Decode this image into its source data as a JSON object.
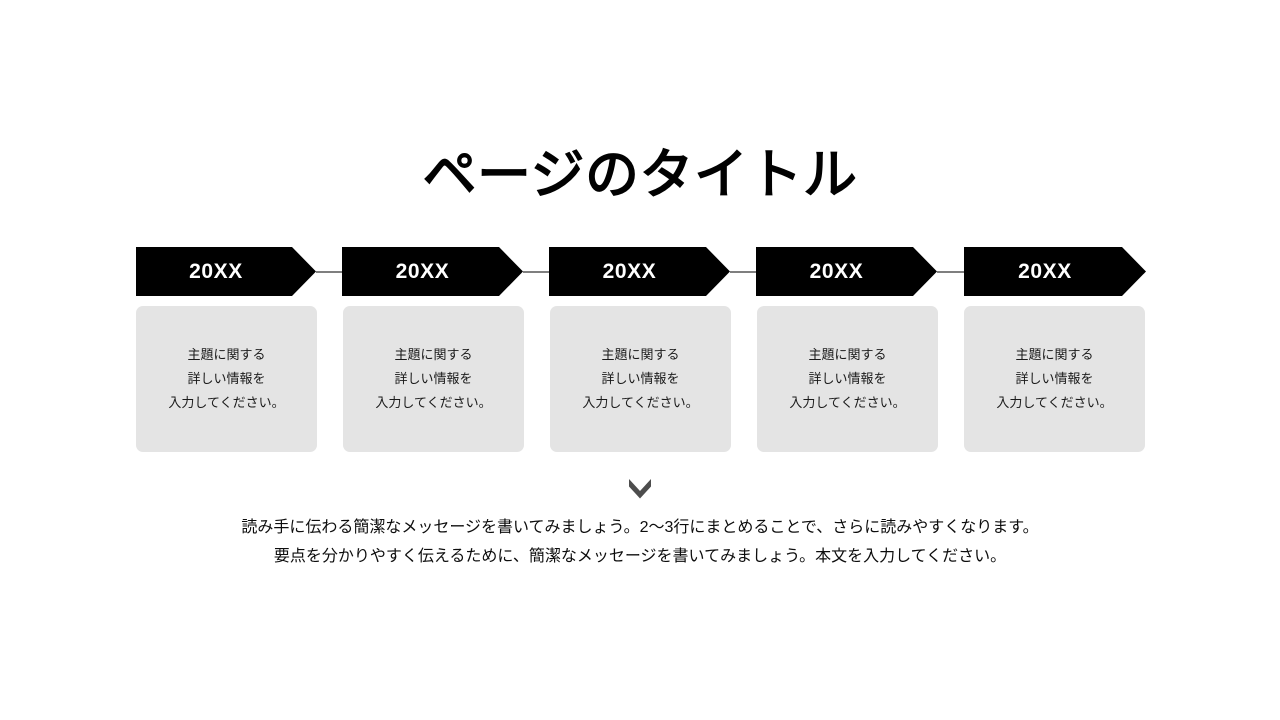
{
  "slide": {
    "title": "ページのタイトル",
    "background_color": "#FFFFFF"
  },
  "timeline": {
    "connector_color": "#7F7F7F",
    "banner_color": "#000000",
    "banner_label_color": "#FFFFFF",
    "items": [
      {
        "year": "20XX",
        "body": "主題に関する\n詳しい情報を\n入力してください。"
      },
      {
        "year": "20XX",
        "body": "主題に関する\n詳しい情報を\n入力してください。"
      },
      {
        "year": "20XX",
        "body": "主題に関する\n詳しい情報を\n入力してください。"
      },
      {
        "year": "20XX",
        "body": "主題に関する\n詳しい情報を\n入力してください。"
      },
      {
        "year": "20XX",
        "body": "主題に関する\n詳しい情報を\n入力してください。"
      }
    ],
    "card_color": "#E4E4E4"
  },
  "arrow_icon": {
    "name": "chevron-down-icon",
    "color": "#4D4D4D"
  },
  "footer": {
    "line1": "読み手に伝わる簡潔なメッセージを書いてみましょう。2〜3行にまとめることで、さらに読みやすくなります。",
    "line2": "要点を分かりやすく伝えるために、簡潔なメッセージを書いてみましょう。本文を入力してください。"
  }
}
